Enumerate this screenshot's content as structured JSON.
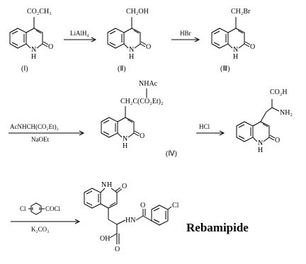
{
  "compounds": {
    "c1": {
      "substituent": "CO₂CH₃",
      "label": "(Ⅰ)"
    },
    "c2": {
      "substituent": "CH₂OH",
      "label": "(Ⅱ)"
    },
    "c3": {
      "substituent": "CH₂Br",
      "label": "(Ⅲ)"
    },
    "c4": {
      "top": "NHAc",
      "chain": "CH₂C(CO₂Et)₂",
      "label": "(Ⅳ)"
    },
    "c5": {
      "acid": "CO₂H",
      "amine": "NH₂"
    },
    "c6": {
      "acid": "OH",
      "carbonyl": "O",
      "amide_n": "HN",
      "chloro": "Cl",
      "name": "Rebamipide"
    }
  },
  "atoms": {
    "n": "N",
    "h": "H",
    "o": "O"
  },
  "reagents": {
    "r1": "LiAlH₄",
    "r2": "HBr",
    "r3_top": "AcNHCH(CO₂Et)₂",
    "r3_bottom": "NaOEt",
    "r4": "HCl",
    "r5_top_left": "Cl",
    "r5_top_right": "COCl",
    "r5_bottom": "K₂CO₃"
  }
}
